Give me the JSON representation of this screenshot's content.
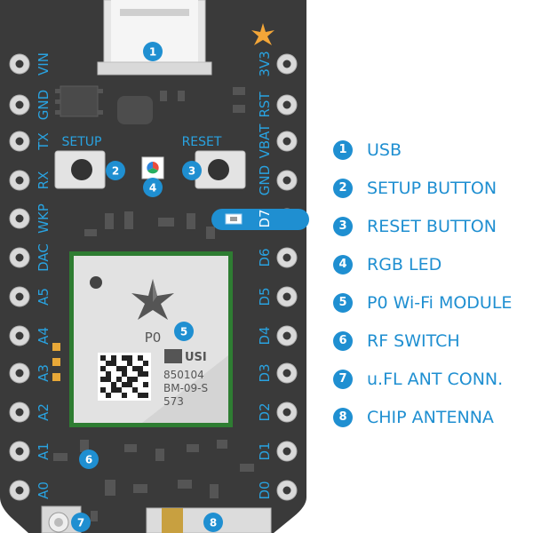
{
  "board": {
    "left_pins": [
      "VIN",
      "GND",
      "TX",
      "RX",
      "WKP",
      "DAC",
      "A5",
      "A4",
      "A3",
      "A2",
      "A1",
      "A0"
    ],
    "right_pins": [
      "3V3",
      "RST",
      "VBAT",
      "GND",
      "D7",
      "D6",
      "D5",
      "D4",
      "D3",
      "D2",
      "D1",
      "D0"
    ],
    "setup_label": "SETUP",
    "reset_label": "RESET",
    "module": {
      "name": "P0",
      "brand": "USI",
      "code_line1": "850104",
      "code_line2": "BM-09-S",
      "code_line3": "573"
    },
    "badges": [
      "1",
      "2",
      "3",
      "4",
      "5",
      "6",
      "7",
      "8"
    ]
  },
  "legend": [
    {
      "num": "1",
      "label": "USB"
    },
    {
      "num": "2",
      "label": "SETUP BUTTON"
    },
    {
      "num": "3",
      "label": "RESET BUTTON"
    },
    {
      "num": "4",
      "label": "RGB LED"
    },
    {
      "num": "5",
      "label": "P0 Wi-Fi MODULE"
    },
    {
      "num": "6",
      "label": "RF SWITCH"
    },
    {
      "num": "7",
      "label": "u.FL ANT CONN."
    },
    {
      "num": "8",
      "label": "CHIP ANTENNA"
    }
  ],
  "colors": {
    "pcb": "#3a3a3a",
    "accent": "#1f8fd1",
    "pin_label": "#29a3e1",
    "star": "#f3a638"
  }
}
